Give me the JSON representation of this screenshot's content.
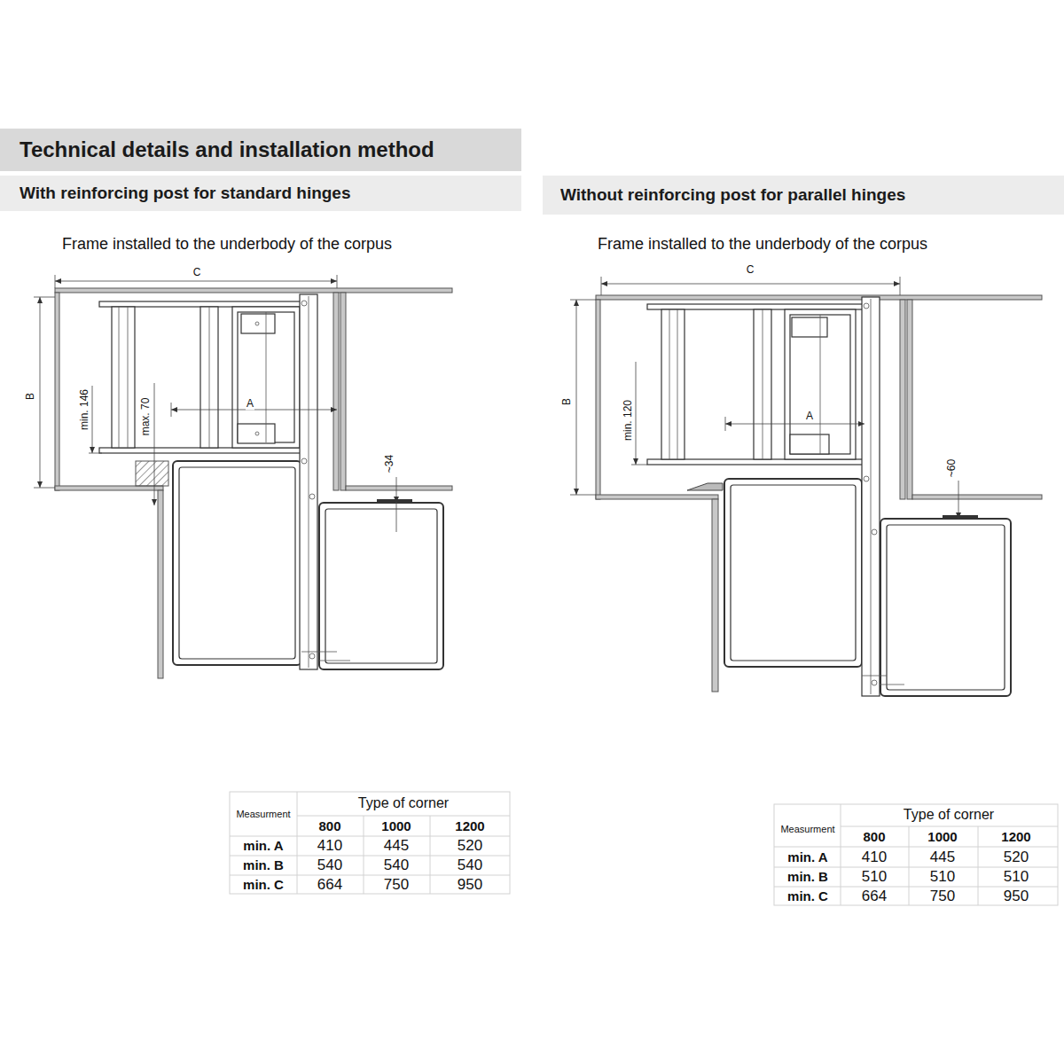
{
  "diagram": {
    "nodes": [
      {
        "text": [
          "Technical details and installation method"
        ]
      },
      {
        "text": [
          "With reinforcing post for standard hinges"
        ]
      },
      {
        "text": [
          "Without reinforcing post for parallel hinges"
        ]
      }
    ],
    "labels": [
      "Frame installed to the underbody of the corpus",
      "C",
      "B",
      "min. 146",
      "max. 70",
      "A",
      "~34",
      "Frame installed to the underbody of the corpus",
      "C",
      "B",
      "min. 120",
      "A",
      "~60",
      "Type of corner",
      "Measurment",
      "800",
      "1000",
      "1200",
      "min. A",
      "410",
      "445",
      "520",
      "min. B",
      "540",
      "540",
      "540",
      "min. C",
      "664",
      "750",
      "950",
      "Type of corner",
      "Measurment",
      "800",
      "1000",
      "1200",
      "min. A",
      "410",
      "445",
      "520",
      "min. B",
      "510",
      "510",
      "510",
      "min. C",
      "664",
      "750",
      "950"
    ]
  }
}
